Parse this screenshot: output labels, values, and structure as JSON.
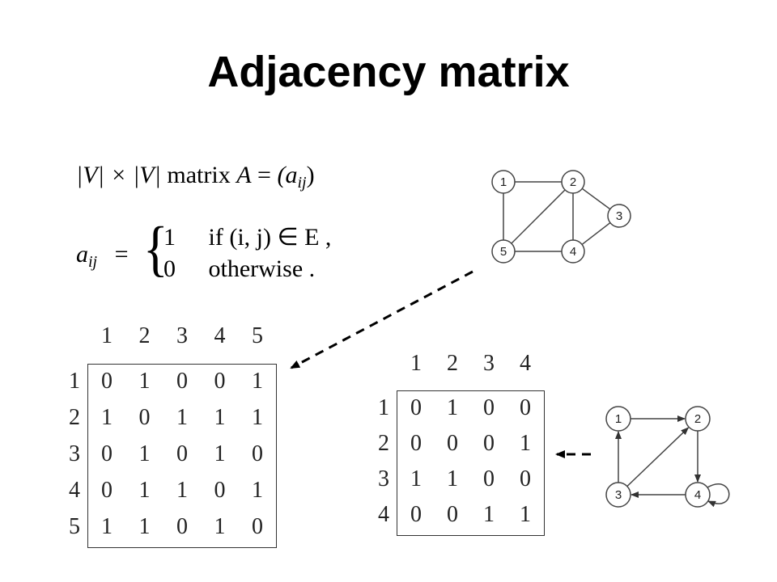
{
  "title": "Adjacency matrix",
  "definition": {
    "line1_lhs": "|V| × |V|",
    "line1_text": "matrix",
    "line1_A": "A",
    "line1_eq": "=",
    "line1_paren_open": "(a",
    "line1_sub": "ij",
    "line1_paren_close": ")",
    "line2_a": "a",
    "line2_sub": "ij",
    "line2_eq": "=",
    "case1_value": "1",
    "case1_condition": "if (i, j) ∈ E ,",
    "case2_value": "0",
    "case2_condition": "otherwise ."
  },
  "undirected_graph": {
    "nodes": [
      "1",
      "2",
      "3",
      "4",
      "5"
    ],
    "edges": [
      [
        "1",
        "2"
      ],
      [
        "1",
        "5"
      ],
      [
        "2",
        "5"
      ],
      [
        "2",
        "4"
      ],
      [
        "2",
        "3"
      ],
      [
        "3",
        "4"
      ],
      [
        "4",
        "5"
      ]
    ]
  },
  "directed_graph": {
    "nodes": [
      "1",
      "2",
      "3",
      "4"
    ],
    "edges": [
      [
        "1",
        "2"
      ],
      [
        "2",
        "4"
      ],
      [
        "4",
        "3"
      ],
      [
        "3",
        "1"
      ],
      [
        "3",
        "2"
      ],
      [
        "4",
        "4"
      ]
    ]
  },
  "matrix_undirected": {
    "headers": [
      "1",
      "2",
      "3",
      "4",
      "5"
    ],
    "rows": [
      [
        "0",
        "1",
        "0",
        "0",
        "1"
      ],
      [
        "1",
        "0",
        "1",
        "1",
        "1"
      ],
      [
        "0",
        "1",
        "0",
        "1",
        "0"
      ],
      [
        "0",
        "1",
        "1",
        "0",
        "1"
      ],
      [
        "1",
        "1",
        "0",
        "1",
        "0"
      ]
    ]
  },
  "matrix_directed": {
    "headers": [
      "1",
      "2",
      "3",
      "4"
    ],
    "rows": [
      [
        "0",
        "1",
        "0",
        "0"
      ],
      [
        "0",
        "0",
        "0",
        "1"
      ],
      [
        "1",
        "1",
        "0",
        "0"
      ],
      [
        "0",
        "0",
        "1",
        "1"
      ]
    ]
  }
}
